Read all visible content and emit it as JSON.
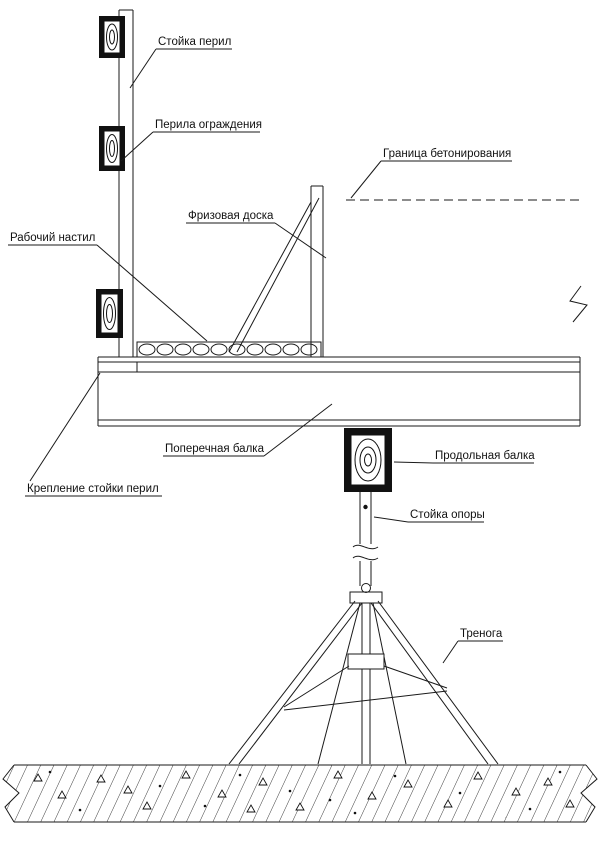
{
  "diagram": {
    "labels": {
      "railing_post": "Стойка перил",
      "guard_rail": "Перила ограждения",
      "concreting_boundary": "Граница бетонирования",
      "frieze_board": "Фризовая доска",
      "working_deck": "Рабочий настил",
      "transverse_beam": "Поперечная балка",
      "longitudinal_beam": "Продольная балка",
      "railing_post_fastening": "Крепление стойки перил",
      "support_post": "Стойка опоры",
      "tripod": "Тренога"
    },
    "colors": {
      "line": "#1a1a1a",
      "background": "#ffffff"
    }
  }
}
